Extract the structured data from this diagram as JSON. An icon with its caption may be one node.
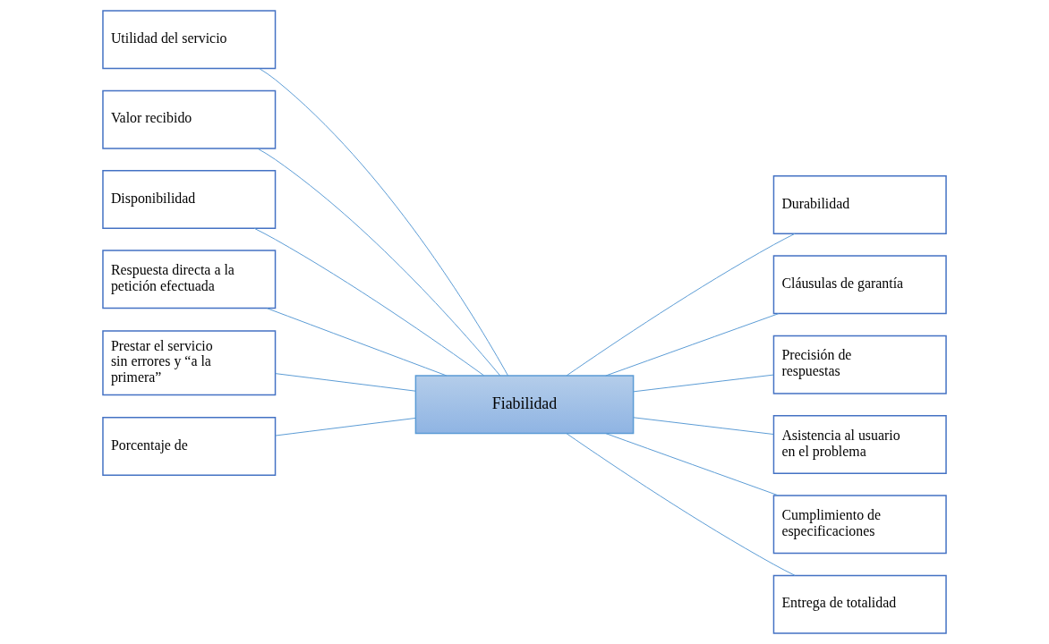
{
  "diagram": {
    "nodes": [
      {
        "text": [
          "Utilidad del servicio"
        ]
      },
      {
        "text": [
          "Valor recibido"
        ]
      },
      {
        "text": [
          "Disponibilidad"
        ]
      },
      {
        "text": [
          "Respuesta directa a la petición efectuada"
        ]
      },
      {
        "text": [
          "Prestar el servicio sin errores y “a la primera”"
        ]
      },
      {
        "text": [
          "Porcentaje de"
        ]
      },
      {
        "text": [
          "Fiabilidad"
        ]
      },
      {
        "text": [
          "Durabilidad"
        ]
      },
      {
        "text": [
          "Cláusulas de garantía"
        ]
      },
      {
        "text": [
          "Precisión de respuestas"
        ]
      },
      {
        "text": [
          "Asistencia al usuario en el problema"
        ]
      },
      {
        "text": [
          "Cumplimiento de especificaciones"
        ]
      },
      {
        "text": [
          "Entrega de totalidad"
        ]
      }
    ],
    "edges": [
      {
        "from": 6,
        "to": 0,
        "arrow": "none"
      },
      {
        "from": 6,
        "to": 1,
        "arrow": "none"
      },
      {
        "from": 6,
        "to": 2,
        "arrow": "none"
      },
      {
        "from": 6,
        "to": 3,
        "arrow": "none"
      },
      {
        "from": 6,
        "to": 4,
        "arrow": "none"
      },
      {
        "from": 6,
        "to": 5,
        "arrow": "none"
      },
      {
        "from": 6,
        "to": 7,
        "arrow": "none"
      },
      {
        "from": 6,
        "to": 8,
        "arrow": "none"
      },
      {
        "from": 6,
        "to": 9,
        "arrow": "none"
      },
      {
        "from": 6,
        "to": 10,
        "arrow": "none"
      },
      {
        "from": 6,
        "to": 11,
        "arrow": "none"
      },
      {
        "from": 6,
        "to": 12,
        "arrow": "none"
      }
    ]
  }
}
